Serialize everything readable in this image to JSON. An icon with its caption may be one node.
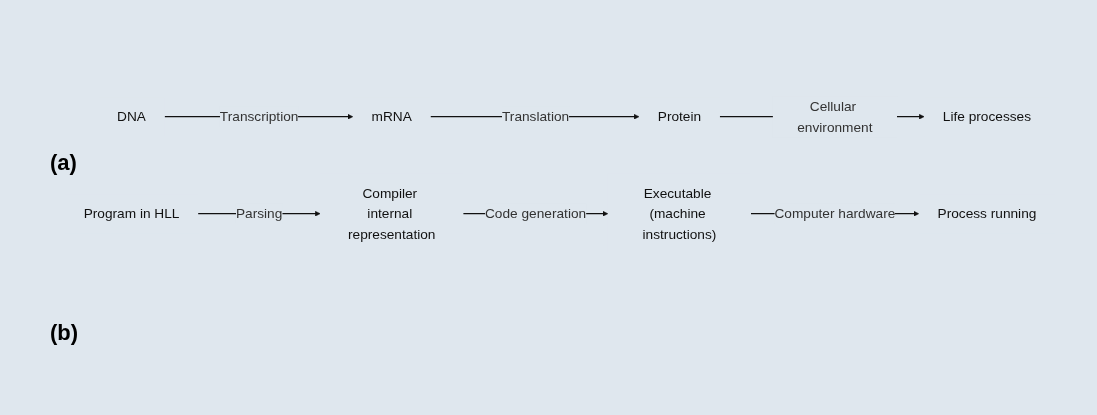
{
  "diagram": {
    "nodes": [
      {
        "text": [
          "DNA"
        ]
      },
      {
        "text": [
          "mRNA"
        ]
      },
      {
        "text": [
          "Protein"
        ]
      },
      {
        "text": [
          "Life processes"
        ]
      },
      {
        "text": [
          "Program in HLL"
        ]
      },
      {
        "text": [
          "Compiler internal representation"
        ]
      },
      {
        "text": [
          "Executable (machine instructions)"
        ]
      },
      {
        "text": [
          "Process running"
        ]
      }
    ],
    "edges": [
      {
        "from": 0,
        "to": 1,
        "arrow": "to",
        "label": "Transcription"
      },
      {
        "from": 1,
        "to": 2,
        "arrow": "to",
        "label": "Translation"
      },
      {
        "from": 2,
        "to": 3,
        "arrow": "to",
        "label": "Cellular environment"
      },
      {
        "from": 4,
        "to": 5,
        "arrow": "to",
        "label": "Parsing"
      },
      {
        "from": 5,
        "to": 6,
        "arrow": "to",
        "label": "Code generation"
      },
      {
        "from": 6,
        "to": 7,
        "arrow": "to",
        "label": "Computer hardware"
      }
    ],
    "labels": [
      "(a)",
      "(b)"
    ]
  }
}
